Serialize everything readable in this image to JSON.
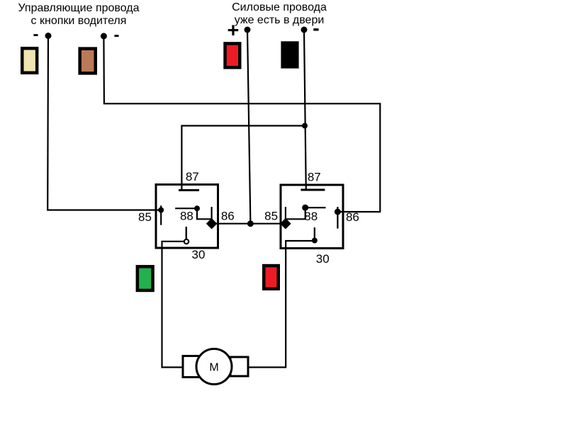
{
  "canvas": {
    "background": "#ffffff",
    "ink": "#000000"
  },
  "titles": {
    "control": {
      "line1": "Управляющие провода",
      "line2": "с кнопки водителя"
    },
    "power": {
      "line1": "Силовые провода",
      "line2": "уже есть в двери"
    }
  },
  "terminals": {
    "control_left_sign": "-",
    "control_right_sign": "-",
    "power_plus_sign": "+",
    "power_minus_sign": "-"
  },
  "wire_swatches": [
    {
      "name": "control-wire-1",
      "color": "#efe4b0"
    },
    {
      "name": "control-wire-2",
      "color": "#b97a57"
    },
    {
      "name": "power-wire-plus",
      "color": "#ed1c24"
    },
    {
      "name": "power-wire-minus",
      "color": "#000000"
    },
    {
      "name": "motor-wire-1",
      "color": "#22b14c"
    },
    {
      "name": "motor-wire-2",
      "color": "#ed1c24"
    }
  ],
  "relay1": {
    "pin87": "87",
    "pin85": "85",
    "pin88": "88",
    "pin86": "86",
    "pin30": "30"
  },
  "relay2": {
    "pin87": "87",
    "pin85": "85",
    "pin88": "88",
    "pin86": "86",
    "pin30": "30"
  },
  "motor": {
    "label": "М"
  }
}
